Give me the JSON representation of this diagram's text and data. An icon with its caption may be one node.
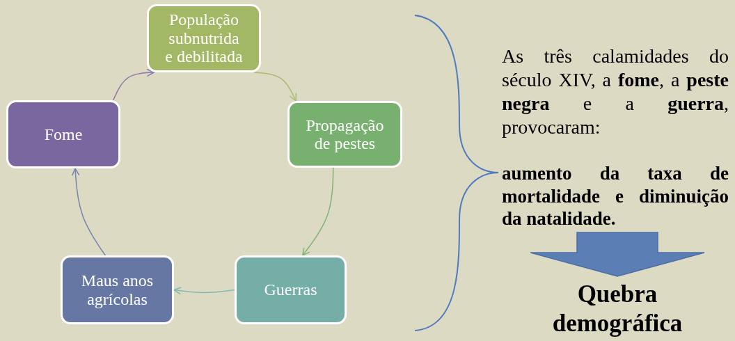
{
  "diagram": {
    "nodes": [
      {
        "text": [
          "População subnutrida e debilitada"
        ]
      },
      {
        "text": [
          "Propagação de pestes"
        ]
      },
      {
        "text": [
          "Guerras"
        ]
      },
      {
        "text": [
          "Maus anos agrícolas"
        ]
      },
      {
        "text": [
          "Fome"
        ]
      },
      {
        "text": [
          "aumento da taxa de mortalidade e diminuição da natalidade."
        ]
      },
      {
        "text": [
          "Quebra demográfica"
        ]
      }
    ],
    "edges": [
      {
        "from": 4,
        "to": 0,
        "arrow": "to",
        "color": "#8a7aaa"
      },
      {
        "from": 0,
        "to": 1,
        "arrow": "to",
        "color": "#a9bb70"
      },
      {
        "from": 1,
        "to": 2,
        "arrow": "to",
        "color": "#80b476"
      },
      {
        "from": 2,
        "to": 3,
        "arrow": "to",
        "color": "#85b8b2"
      },
      {
        "from": 3,
        "to": 4,
        "arrow": "to",
        "color": "#7584ad"
      },
      {
        "from": 5,
        "to": 6,
        "arrow": "to",
        "style": "thick",
        "color": "#5b7fb5"
      }
    ],
    "labels": [
      "As três calamidades do século XIV, a **fome**, a **peste negra** e a **guerra**, provocaram:"
    ]
  }
}
